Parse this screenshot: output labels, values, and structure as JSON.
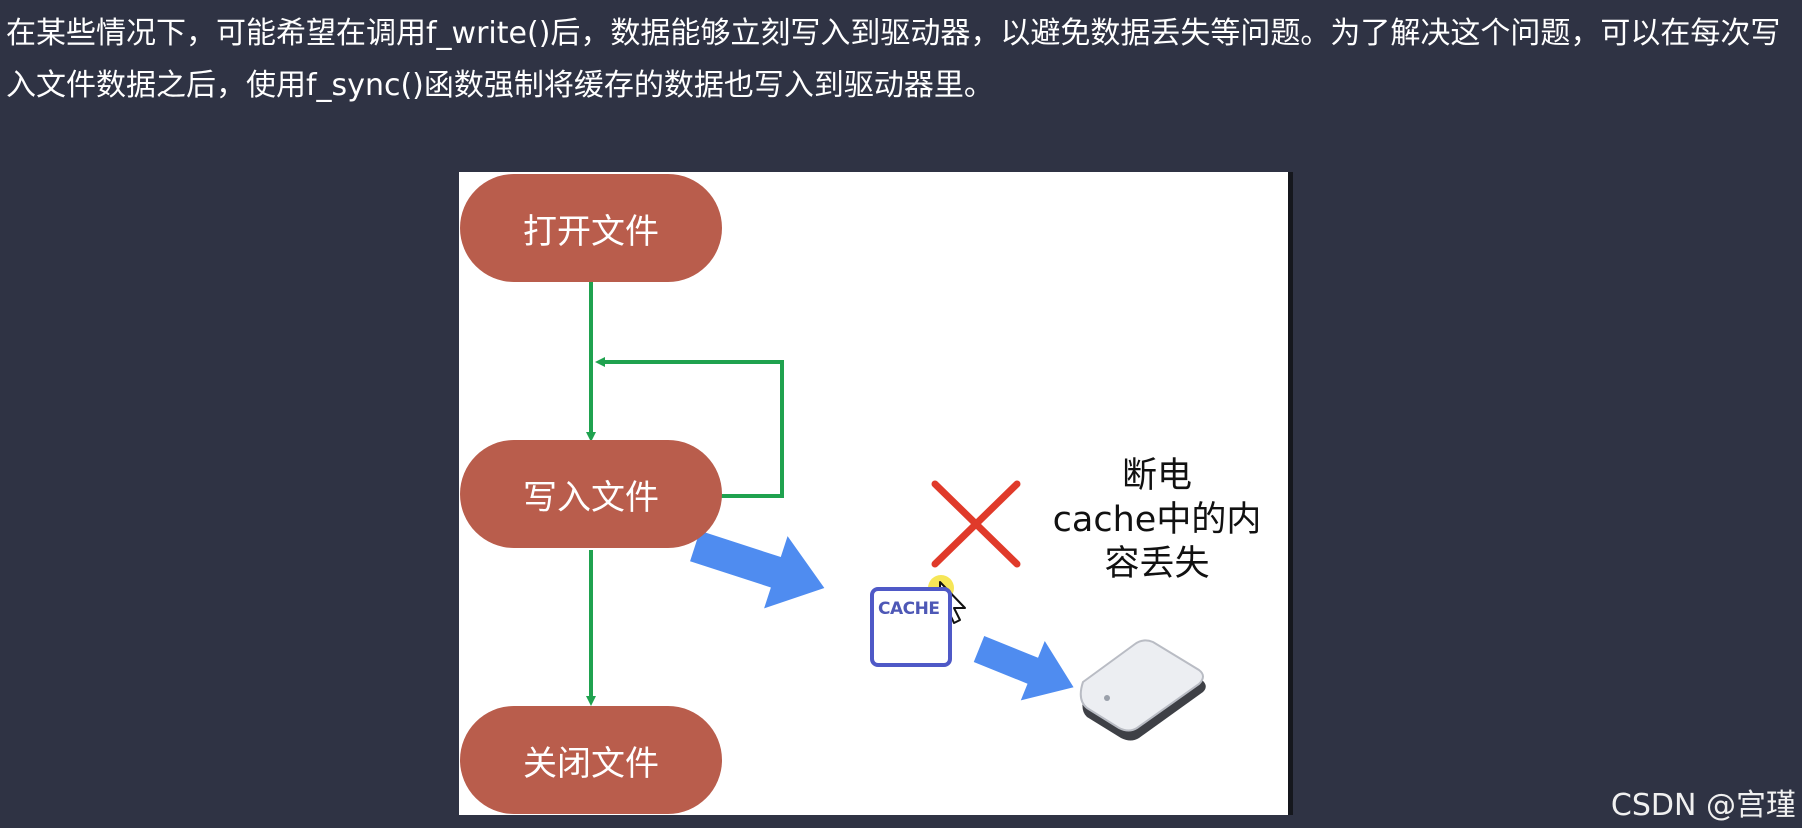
{
  "article": {
    "paragraph": "在某些情况下，可能希望在调用f_write()后，数据能够立刻写入到驱动器，以避免数据丢失等问题。为了解决这个问题，可以在每次写入文件数据之后，使用f_sync()函数强制将缓存的数据也写入到驱动器里。"
  },
  "figure": {
    "nodes": {
      "open": "打开文件",
      "write": "写入文件",
      "close": "关闭文件"
    },
    "note_lines": [
      "断电",
      "cache中的内",
      "容丢失"
    ],
    "cache_label": "CACHE",
    "icons": [
      "red-x-icon",
      "blue-arrow-icon",
      "mouse-cursor-icon",
      "hard-drive-icon"
    ],
    "colors": {
      "node_fill": "#b95d4c",
      "flow_line": "#1fa24f",
      "arrow": "#4f8cf0",
      "cross": "#e03a2a",
      "cache_border": "#4f59c7"
    }
  },
  "watermark": "CSDN @宫瑾"
}
